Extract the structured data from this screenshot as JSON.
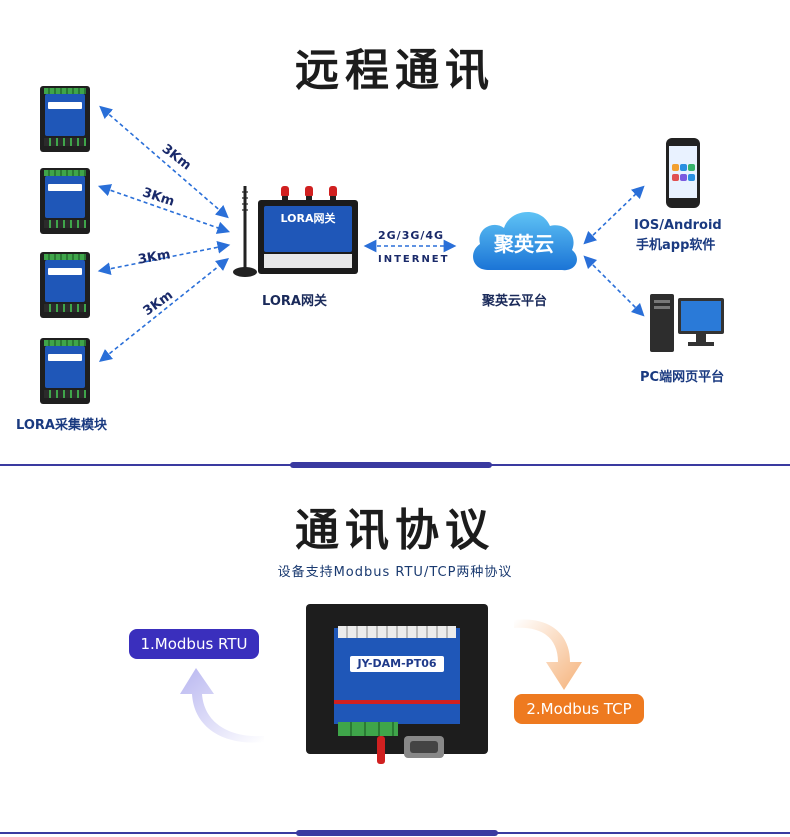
{
  "section1": {
    "title": "远程通讯",
    "modules_label": "LORA采集模块",
    "distance": [
      "3Km",
      "3Km",
      "3Km",
      "3Km"
    ],
    "gateway_label": "LORA网关",
    "gateway_panel": "LORA网关",
    "network_top": "2G/3G/4G",
    "network_bottom": "INTERNET",
    "cloud_text": "聚英云",
    "cloud_label": "聚英云平台",
    "app_label_1": "IOS/Android",
    "app_label_2": "手机app软件",
    "pc_label": "PC端网页平台"
  },
  "section2": {
    "title": "通讯协议",
    "subtitle": "设备支持Modbus RTU/TCP两种协议",
    "protocol_1": "1.Modbus RTU",
    "protocol_2": "2.Modbus TCP",
    "device_model": "JY-DAM-PT06"
  },
  "colors": {
    "accent": "#3a3aa0",
    "device_blue": "#1f57b8",
    "pill_rtu": "#3a2fbd",
    "pill_tcp": "#ee7a20",
    "label_blue": "#1a3a80"
  }
}
